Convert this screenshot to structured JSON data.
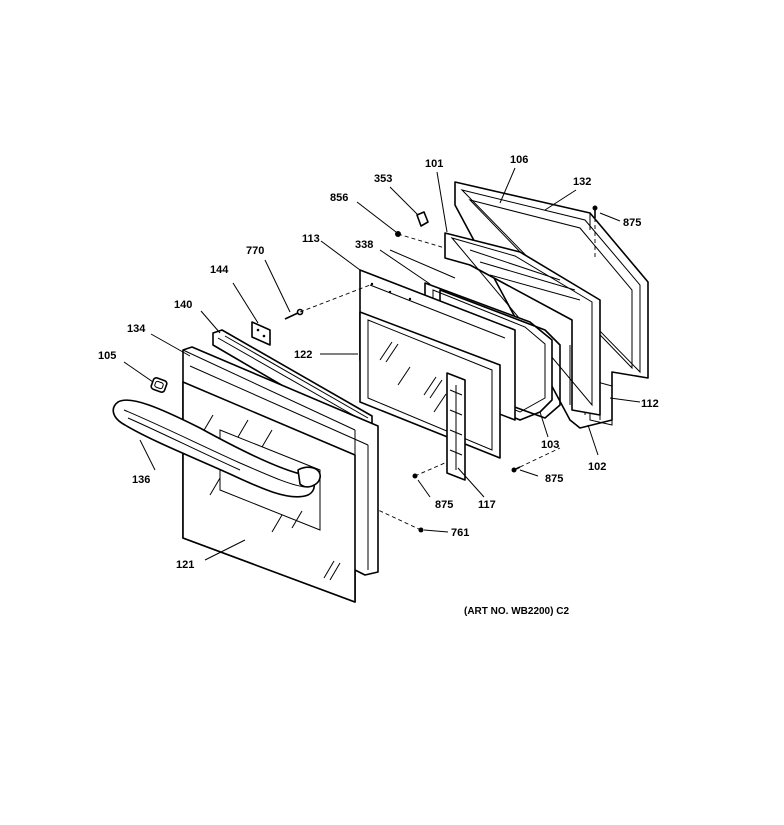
{
  "diagram": {
    "caption": "(ART NO. WB2200) C2",
    "callouts": {
      "c101": "101",
      "c106": "106",
      "c353": "353",
      "c132": "132",
      "c856": "856",
      "c875a": "875",
      "c113": "113",
      "c338": "338",
      "c770": "770",
      "c144": "144",
      "c140": "140",
      "c134": "134",
      "c122": "122",
      "c105": "105",
      "c112": "112",
      "c103": "103",
      "c102": "102",
      "c875b": "875",
      "c875c": "875",
      "c117": "117",
      "c136": "136",
      "c761": "761",
      "c121": "121"
    }
  }
}
